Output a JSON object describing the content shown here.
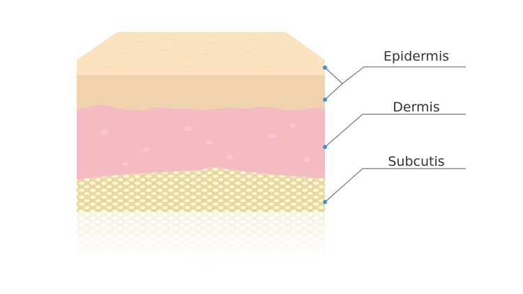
{
  "labels": {
    "epidermis": "Epidermis",
    "dermis": "Dermis",
    "subcutis": "Subcutis"
  },
  "colors": {
    "epidermis_top": "#fbe3bf",
    "epidermis_lower": "#f0d3ae",
    "dermis": "#f4bcc2",
    "subcutis": "#e9d7a0",
    "fat_cell": "#fbf6d8",
    "leader_line": "#777777",
    "marker_dot": "#3d8ee6"
  }
}
